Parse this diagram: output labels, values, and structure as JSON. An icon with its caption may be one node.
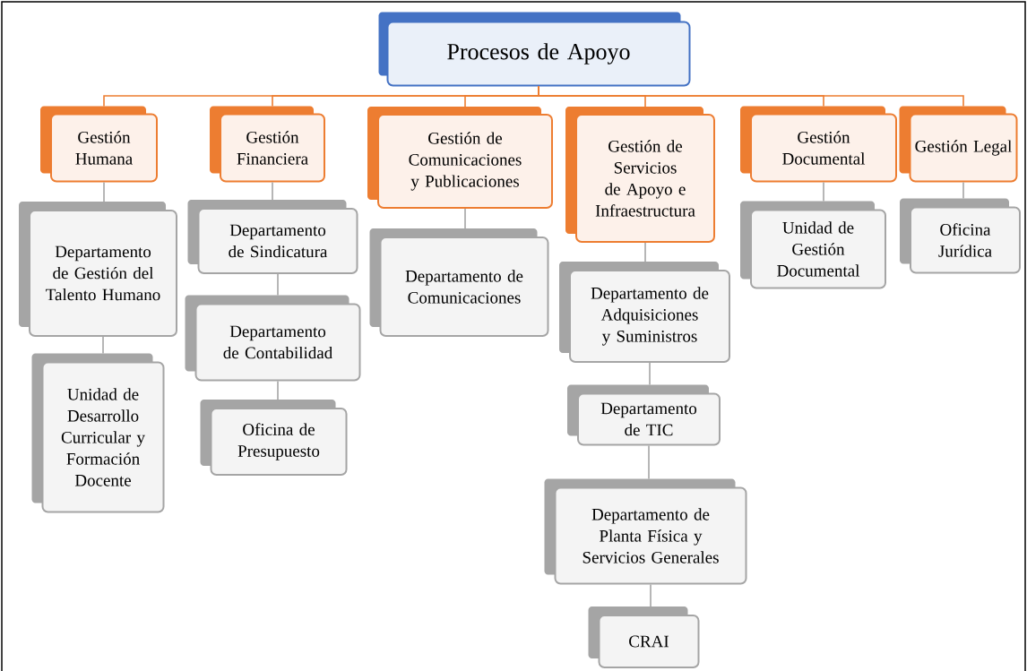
{
  "diagram": {
    "nodes": [
      {
        "text": [
          "Procesos de Apoyo"
        ]
      },
      {
        "text": [
          "Gestión Humana"
        ]
      },
      {
        "text": [
          "Departamento de Gestión del Talento Humano"
        ]
      },
      {
        "text": [
          "Unidad de Desarrollo Curricular y Formación Docente"
        ]
      },
      {
        "text": [
          "Gestión Financiera"
        ]
      },
      {
        "text": [
          "Departamento de Sindicatura"
        ]
      },
      {
        "text": [
          "Departamento de Contabilidad"
        ]
      },
      {
        "text": [
          "Oficina de Presupuesto"
        ]
      },
      {
        "text": [
          "Gestión de Comunicaciones y Publicaciones"
        ]
      },
      {
        "text": [
          "Departamento de Comunicaciones"
        ]
      },
      {
        "text": [
          "Gestión de Servicios de Apoyo e Infraestructura"
        ]
      },
      {
        "text": [
          "Departamento de Adquisiciones y Suministros"
        ]
      },
      {
        "text": [
          "Departamento de TIC"
        ]
      },
      {
        "text": [
          "Departamento de Planta Física y Servicios Generales"
        ]
      },
      {
        "text": [
          "CRAI"
        ]
      },
      {
        "text": [
          "Gestión Documental"
        ]
      },
      {
        "text": [
          "Unidad de Gestión Documental"
        ]
      },
      {
        "text": [
          "Gestión Legal"
        ]
      },
      {
        "text": [
          "Oficina Jurídica"
        ]
      }
    ],
    "edges": [
      {
        "from": 0,
        "to": 1,
        "arrow": "none",
        "color": "#ed7d31"
      },
      {
        "from": 0,
        "to": 4,
        "arrow": "none",
        "color": "#ed7d31"
      },
      {
        "from": 0,
        "to": 8,
        "arrow": "none",
        "color": "#ed7d31"
      },
      {
        "from": 0,
        "to": 10,
        "arrow": "none",
        "color": "#ed7d31"
      },
      {
        "from": 0,
        "to": 15,
        "arrow": "none",
        "color": "#ed7d31"
      },
      {
        "from": 0,
        "to": 17,
        "arrow": "none",
        "color": "#ed7d31"
      },
      {
        "from": 1,
        "to": 2,
        "arrow": "none"
      },
      {
        "from": 2,
        "to": 3,
        "arrow": "none"
      },
      {
        "from": 4,
        "to": 5,
        "arrow": "none"
      },
      {
        "from": 5,
        "to": 6,
        "arrow": "none"
      },
      {
        "from": 6,
        "to": 7,
        "arrow": "none"
      },
      {
        "from": 8,
        "to": 9,
        "arrow": "none"
      },
      {
        "from": 10,
        "to": 11,
        "arrow": "none"
      },
      {
        "from": 11,
        "to": 12,
        "arrow": "none"
      },
      {
        "from": 12,
        "to": 13,
        "arrow": "none"
      },
      {
        "from": 13,
        "to": 14,
        "arrow": "none"
      },
      {
        "from": 15,
        "to": 16,
        "arrow": "none"
      },
      {
        "from": 17,
        "to": 18,
        "arrow": "none"
      }
    ]
  }
}
